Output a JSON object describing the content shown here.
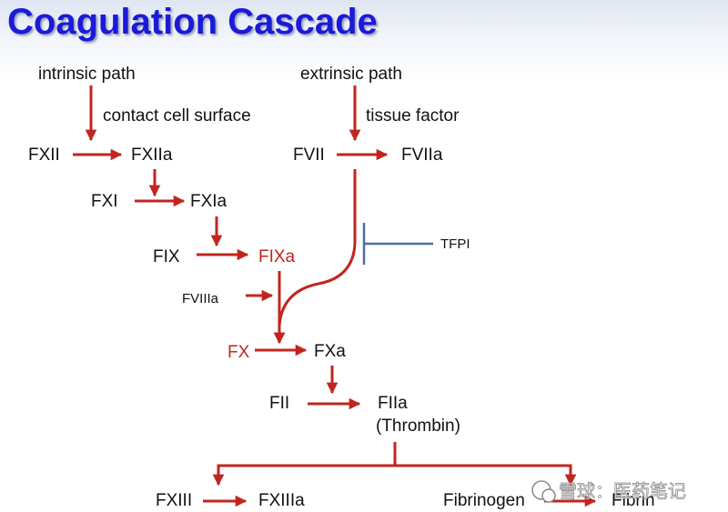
{
  "title": "Coagulation Cascade",
  "labels": {
    "intrinsic_path": "intrinsic path",
    "contact_cell_surface": "contact cell surface",
    "extrinsic_path": "extrinsic path",
    "tissue_factor": "tissue factor",
    "fxii": "FXII",
    "fxiia": "FXIIa",
    "fvii": "FVII",
    "fviia": "FVIIa",
    "fxi": "FXI",
    "fxia": "FXIa",
    "fix": "FIX",
    "fixa": "FIXa",
    "tfpi": "TFPI",
    "fviiia": "FVIIIa",
    "fx": "FX",
    "fxa": "FXa",
    "fii": "FII",
    "fiia": "FIIa",
    "thrombin": "(Thrombin)",
    "fxiii": "FXIII",
    "fxiiia": "FXIIIa",
    "fibrinogen": "Fibrinogen",
    "fibrin": "Fibrin"
  },
  "watermark": "雪球：医药笔记",
  "colors": {
    "title": "#1a1ad8",
    "arrow": "#c0261f",
    "inhibitor": "#4a6fa5",
    "activated_highlight": "#c0261f"
  }
}
